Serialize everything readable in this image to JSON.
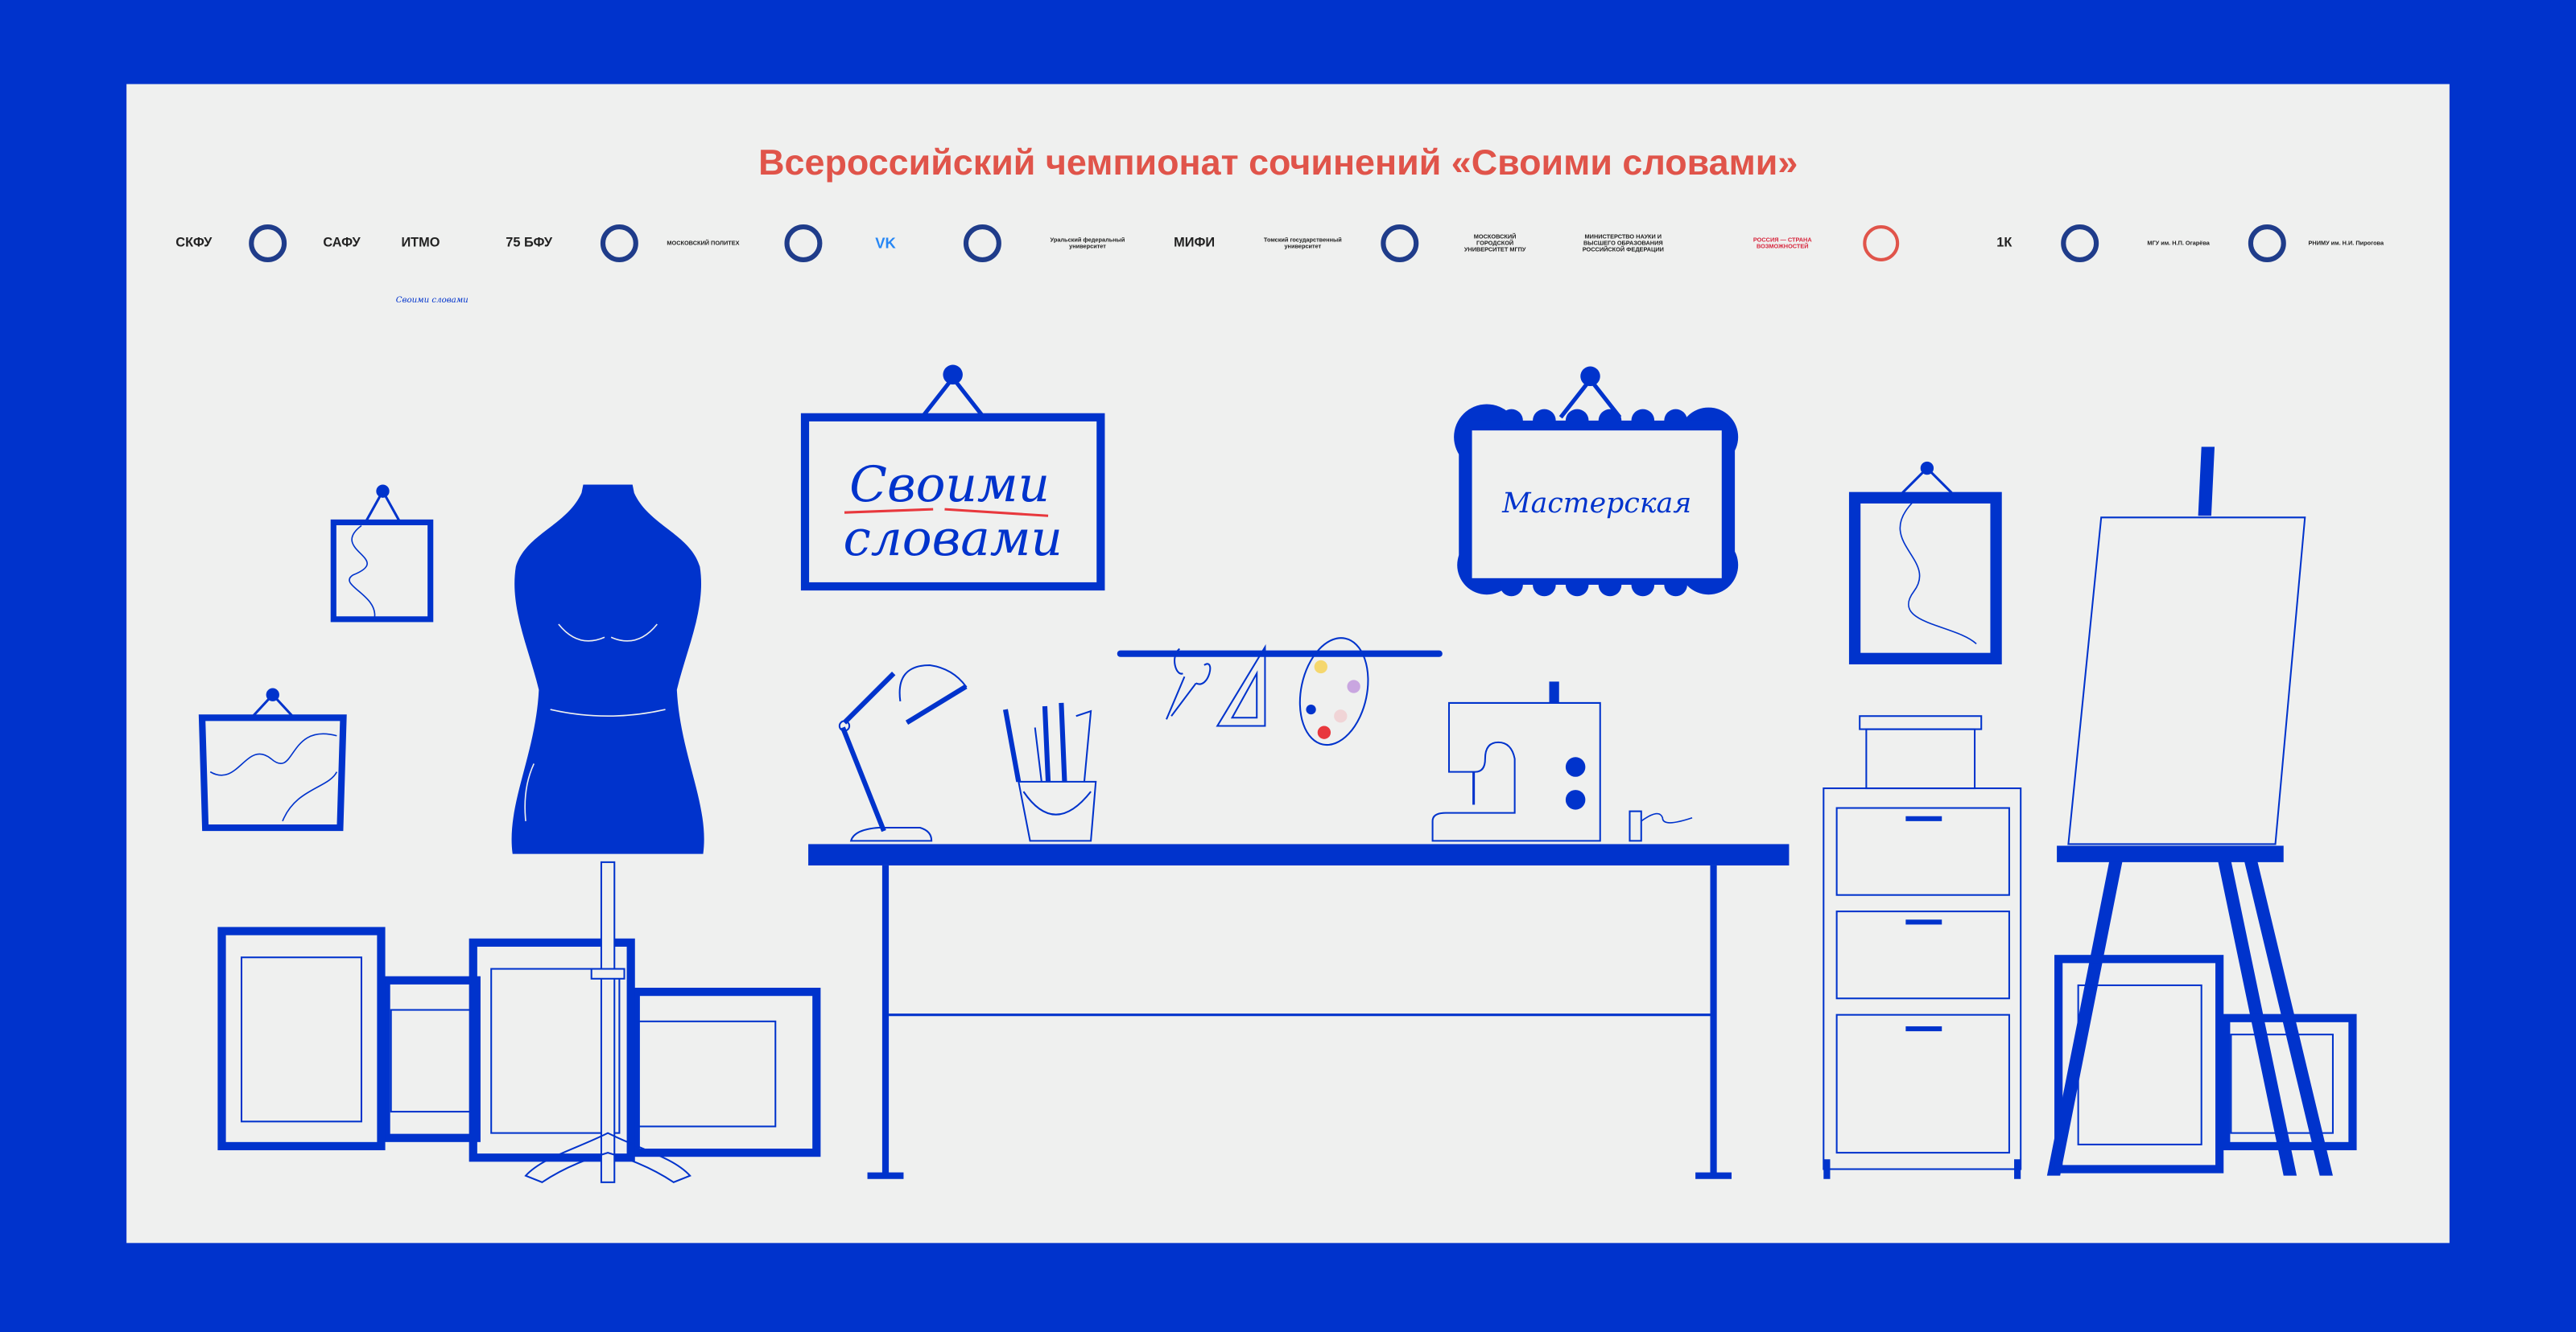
{
  "title": "Всероссийский чемпионат сочинений «Своими словами»",
  "colors": {
    "background": "#0033cc",
    "panel": "#eff0ef",
    "title": "#e0544a",
    "illustration": "#0033cc"
  },
  "logos": [
    {
      "label": "СКФУ"
    },
    {
      "label": "",
      "icon": "globe-emblem"
    },
    {
      "label": "САФУ"
    },
    {
      "label": "ИТМО"
    },
    {
      "label": "75 БФУ"
    },
    {
      "label": "",
      "icon": "circle-emblem"
    },
    {
      "label": "МОСКОВСКИЙ ПОЛИТЕХ"
    },
    {
      "label": "",
      "icon": "2022-emblem"
    },
    {
      "label": "VK"
    },
    {
      "label": "",
      "icon": "building-emblem"
    },
    {
      "label": "Уральский федеральный университет"
    },
    {
      "label": "МИФИ"
    },
    {
      "label": "Томский государственный университет"
    },
    {
      "label": "",
      "icon": "hse-emblem"
    },
    {
      "label": "МОСКОВСКИЙ ГОРОДСКОЙ УНИВЕРСИТЕТ МГПУ"
    },
    {
      "label": "МИНИСТЕРСТВО НАУКИ И ВЫСШЕГО ОБРАЗОВАНИЯ РОССИЙСКОЙ ФЕДЕРАЦИИ"
    },
    {
      "label": "РОССИЯ — СТРАНА ВОЗМОЖНОСТЕЙ"
    },
    {
      "label": "",
      "icon": "red-dots-emblem"
    },
    {
      "label": "1К"
    },
    {
      "label": "",
      "icon": "triangle-emblem"
    },
    {
      "label": "МГУ им. Н.П. Огарёва"
    },
    {
      "label": "",
      "icon": "round-emblem"
    },
    {
      "label": "РНИМУ им. Н.И. Пирогова"
    }
  ],
  "small_logo": "Своими словами",
  "signs": {
    "main_line1": "Своими",
    "main_line2": "словами",
    "workshop": "Мастерская"
  }
}
